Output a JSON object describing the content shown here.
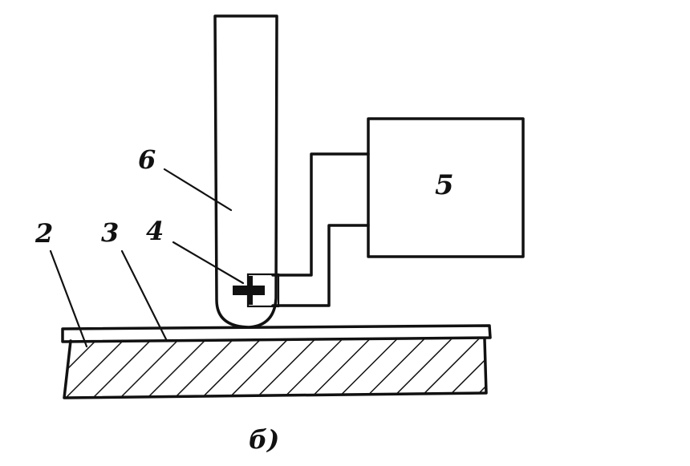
{
  "diagram": {
    "labels": {
      "base": "2",
      "coating": "3",
      "sensor": "4",
      "device": "5",
      "probe": "6",
      "caption": "б)"
    }
  }
}
